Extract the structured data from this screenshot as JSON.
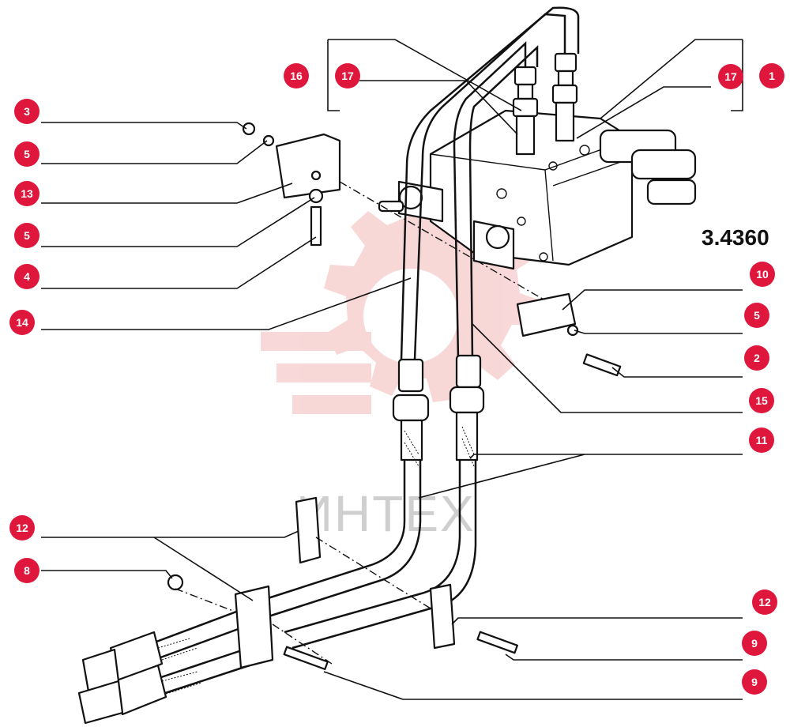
{
  "diagram": {
    "reference_number": "3.4360",
    "watermark_text": "ИНТЕХ",
    "colors": {
      "callout_fill": "#e0173c",
      "callout_text": "#ffffff",
      "line": "#111111",
      "watermark": "#f3b8b8"
    },
    "callouts": [
      {
        "label": "16"
      },
      {
        "label": "17"
      },
      {
        "label": "17"
      },
      {
        "label": "1"
      },
      {
        "label": "3"
      },
      {
        "label": "5"
      },
      {
        "label": "13"
      },
      {
        "label": "5"
      },
      {
        "label": "4"
      },
      {
        "label": "14"
      },
      {
        "label": "10"
      },
      {
        "label": "5"
      },
      {
        "label": "2"
      },
      {
        "label": "15"
      },
      {
        "label": "11"
      },
      {
        "label": "12"
      },
      {
        "label": "8"
      },
      {
        "label": "12"
      },
      {
        "label": "9"
      },
      {
        "label": "9"
      }
    ]
  }
}
